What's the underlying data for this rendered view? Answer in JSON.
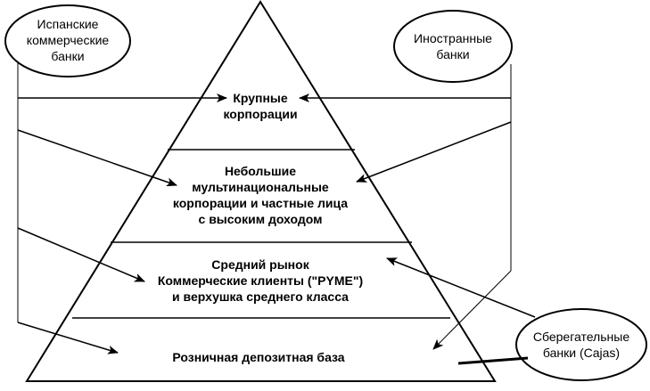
{
  "spanish_banks": {
    "lines": [
      "Испанские",
      "коммерческие",
      "банки"
    ]
  },
  "foreign_banks": {
    "lines": [
      "Иностранные",
      "банки"
    ]
  },
  "savings_banks": {
    "lines": [
      "Сберегательные",
      "банки (Cajas)"
    ]
  },
  "tiers": [
    {
      "lines": [
        "Крупные",
        "корпорации"
      ]
    },
    {
      "lines": [
        "Небольшие",
        "мультинациональные",
        "корпорации и частные лица",
        "с высоким доходом"
      ]
    },
    {
      "lines": [
        "Средний рынок",
        "Коммерческие клиенты (\"PYME\")",
        "и верхушка среднего класса"
      ]
    },
    {
      "lines": [
        "Розничная депозитная база"
      ]
    }
  ]
}
